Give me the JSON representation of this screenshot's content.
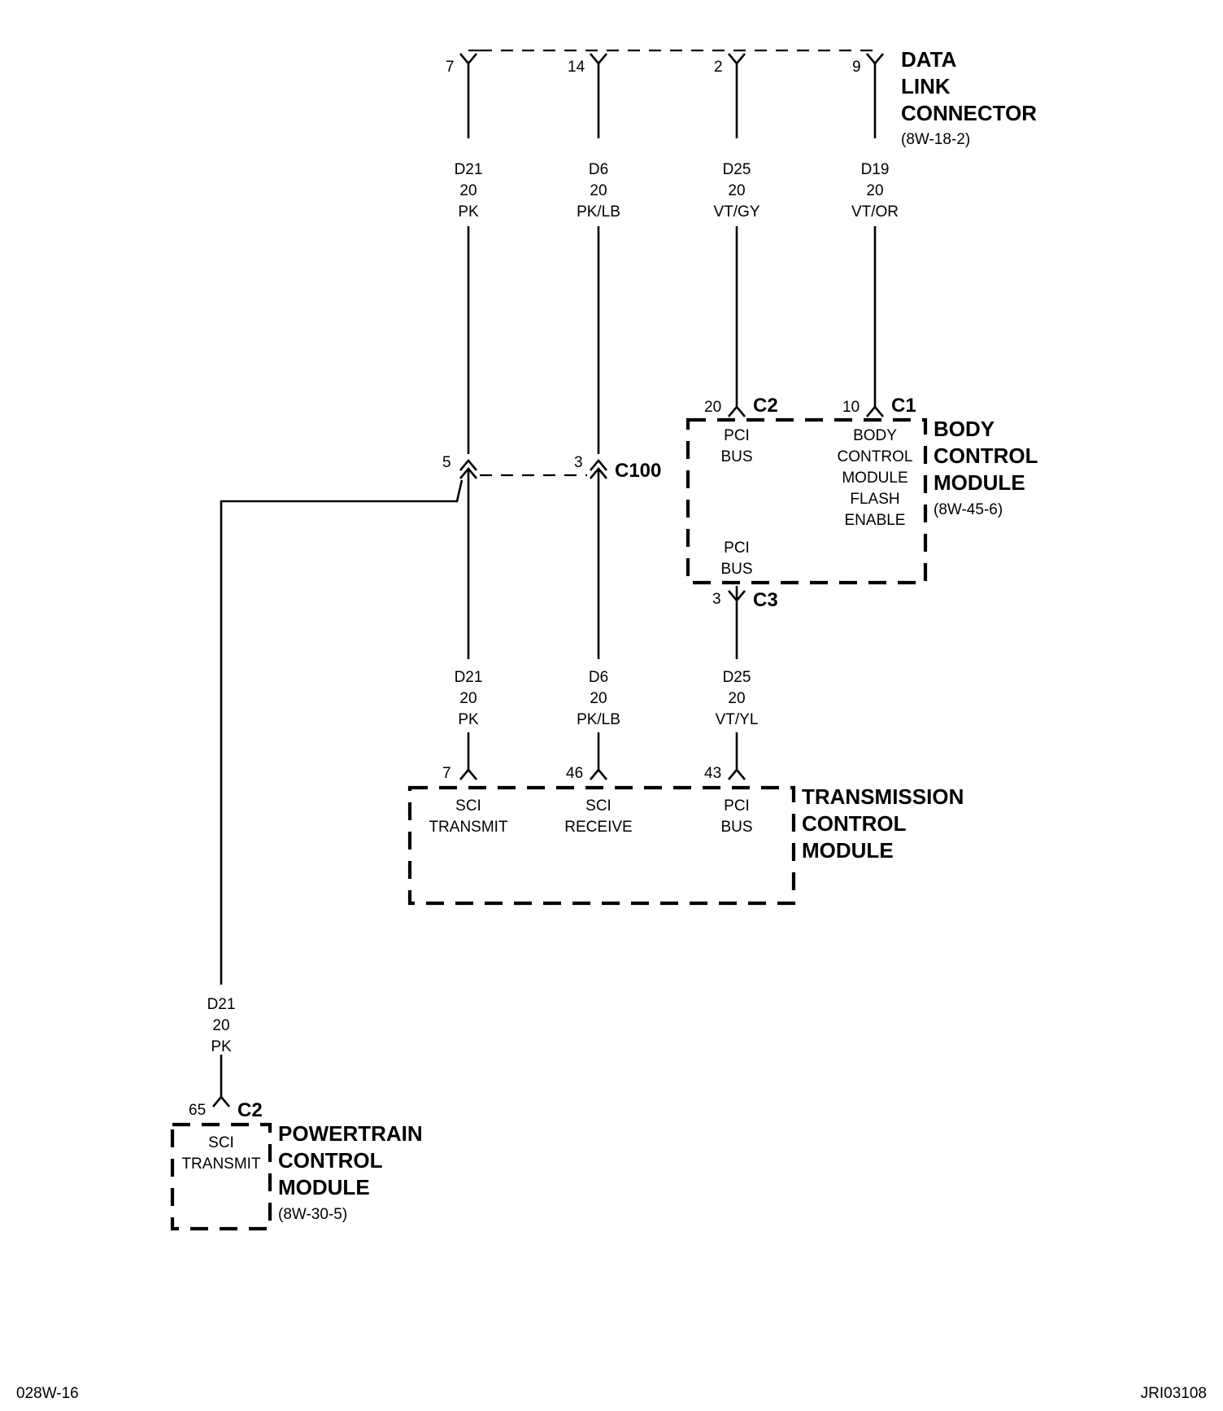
{
  "dlc": {
    "title_lines": [
      "DATA",
      "LINK",
      "CONNECTOR"
    ],
    "ref": "(8W-18-2)",
    "pins": [
      "7",
      "14",
      "2",
      "9"
    ]
  },
  "wires_top": [
    {
      "circuit": "D21",
      "gauge": "20",
      "color": "PK"
    },
    {
      "circuit": "D6",
      "gauge": "20",
      "color": "PK/LB"
    },
    {
      "circuit": "D25",
      "gauge": "20",
      "color": "VT/GY"
    },
    {
      "circuit": "D19",
      "gauge": "20",
      "color": "VT/OR"
    }
  ],
  "bcm": {
    "title_lines": [
      "BODY",
      "CONTROL",
      "MODULE"
    ],
    "ref": "(8W-45-6)",
    "pin_c2": "20",
    "conn_c2": "C2",
    "pin_c1": "10",
    "conn_c1": "C1",
    "pin_c3": "3",
    "conn_c3": "C3",
    "pci_top": [
      "PCI",
      "BUS"
    ],
    "flash": [
      "BODY",
      "CONTROL",
      "MODULE",
      "FLASH",
      "ENABLE"
    ],
    "pci_bottom": [
      "PCI",
      "BUS"
    ]
  },
  "c100": {
    "name": "C100",
    "pin_left": "5",
    "pin_right": "3"
  },
  "wires_mid": [
    {
      "circuit": "D21",
      "gauge": "20",
      "color": "PK"
    },
    {
      "circuit": "D6",
      "gauge": "20",
      "color": "PK/LB"
    },
    {
      "circuit": "D25",
      "gauge": "20",
      "color": "VT/YL"
    }
  ],
  "tcm": {
    "title_lines": [
      "TRANSMISSION",
      "CONTROL",
      "MODULE"
    ],
    "pins": [
      "7",
      "46",
      "43"
    ],
    "terminals": [
      [
        "SCI",
        "TRANSMIT"
      ],
      [
        "SCI",
        "RECEIVE"
      ],
      [
        "PCI",
        "BUS"
      ]
    ]
  },
  "wire_pcm": {
    "circuit": "D21",
    "gauge": "20",
    "color": "PK"
  },
  "pcm": {
    "title_lines": [
      "POWERTRAIN",
      "CONTROL",
      "MODULE"
    ],
    "ref": "(8W-30-5)",
    "pin": "65",
    "conn": "C2",
    "terminal": [
      "SCI",
      "TRANSMIT"
    ]
  },
  "footer": {
    "left": "028W-16",
    "right": "JRI03108"
  }
}
